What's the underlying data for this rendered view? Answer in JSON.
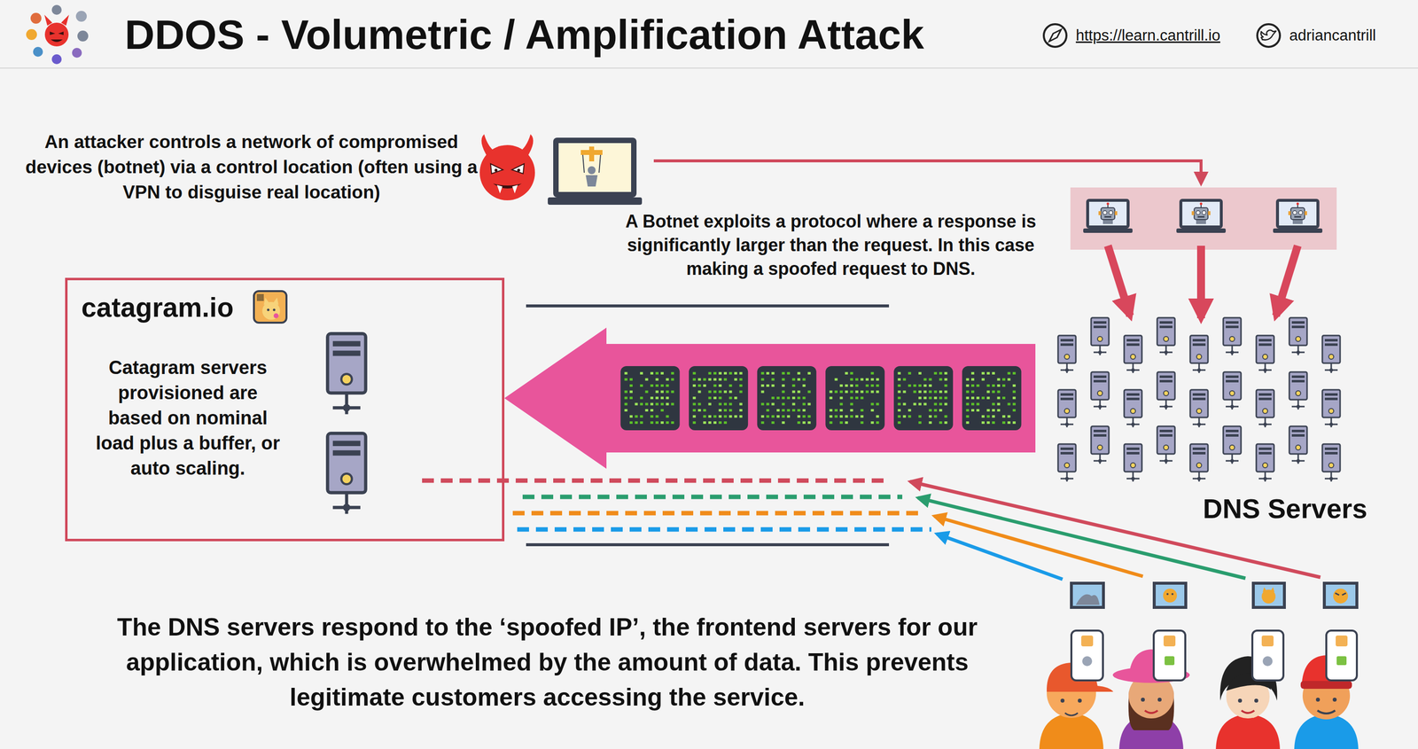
{
  "diagram": {
    "title": "DDOS - Volumetric / Amplification Attack",
    "nodes": [
      {
        "text": [
          "catagram.io",
          "Catagram servers provisioned are based on nominal load plus a buffer, or auto scaling."
        ]
      },
      {
        "text": [
          "DNS Servers"
        ]
      }
    ],
    "edges": [
      {
        "from": 1,
        "to": 0,
        "arrow": "to"
      }
    ],
    "labels": [
      "An attacker controls a network of compromised devices (botnet) via a control location (often using a VPN to disguise real location)",
      "A Botnet exploits a protocol where a response is significantly larger than the request. In this case making a spoofed request to DNS.",
      "The DNS servers respond to the ‘spoofed IP’, the frontend servers for our application, which is overwhelmed by the amount of data. This prevents legitimate customers accessing the service.",
      "https://learn.cantrill.io",
      "adriancantrill"
    ]
  }
}
